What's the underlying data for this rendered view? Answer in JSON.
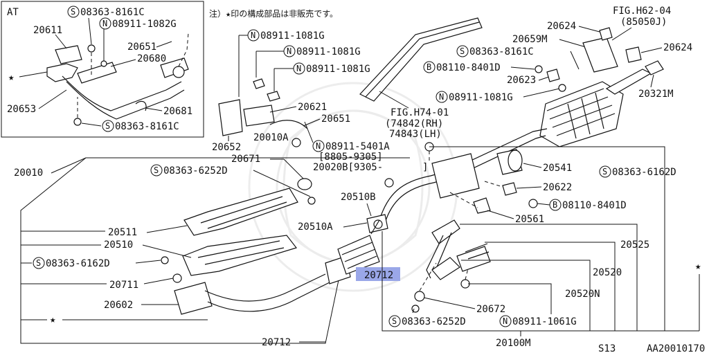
{
  "header": {
    "at_label": "AT",
    "note": "注）★印の構成部品は非販売です。",
    "fig_ref": "FIG.H62-04",
    "fig_ref_sub": "(85050J)"
  },
  "fig_h74": {
    "ref": "FIG.H74-01",
    "rh": "(74842(RH)",
    "lh": "74843(LH)"
  },
  "inset_parts": [
    "20611",
    "S08363-8161C",
    "N08911-1082G",
    "20651",
    "20680",
    "20653",
    "20681",
    "S08363-8161C",
    "★"
  ],
  "parts": {
    "p20611": "20611",
    "s8161c_a": "08363-8161C",
    "n1082g": "08911-1082G",
    "p20651_a": "20651",
    "p20680": "20680",
    "p20653": "20653",
    "p20681": "20681",
    "s8161c_b": "08363-8161C",
    "n1081g_a": "08911-1081G",
    "n1081g_b": "08911-1081G",
    "n1081g_c": "08911-1081G",
    "p20621": "20621",
    "p20651_b": "20651",
    "p20010a": "20010A",
    "p20652": "20652",
    "n5401a": "08911-5401A",
    "range_a": "[8805-9305]",
    "p20020b": "20020B[9305-",
    "range_b_end": "]",
    "p20671": "20671",
    "s6252d_a": "08363-6252D",
    "p20010": "20010",
    "p20624_a": "20624",
    "p20659m": "20659M",
    "s8161c_c": "08363-8161C",
    "p20624_b": "20624",
    "b8401d_a": "08110-8401D",
    "p20623": "20623",
    "p20321m": "20321M",
    "n1081g_d": "08911-1081G",
    "p20541": "20541",
    "s6162d_a": "08363-6162D",
    "p20622": "20622",
    "b8401d_b": "08110-8401D",
    "p20561": "20561",
    "p20510b": "20510B",
    "p20511": "20511",
    "p20510a": "20510A",
    "p20525": "20525",
    "p20510": "20510",
    "s6162d_b": "08363-6162D",
    "p20712_hl": "20712",
    "p20520": "20520",
    "p20711": "20711",
    "p20520n": "20520N",
    "p20602": "20602",
    "p20672": "20672",
    "s6252d_b": "08363-6252D",
    "n1061g": "08911-1061G",
    "p20712": "20712",
    "p20100m": "20100M",
    "s13": "S13",
    "code": "AA20010170",
    "star": "★"
  },
  "symbols": {
    "s": "S",
    "n": "N",
    "b": "B"
  },
  "colors": {
    "highlight": "#9aa7e8",
    "ink": "#111111"
  }
}
